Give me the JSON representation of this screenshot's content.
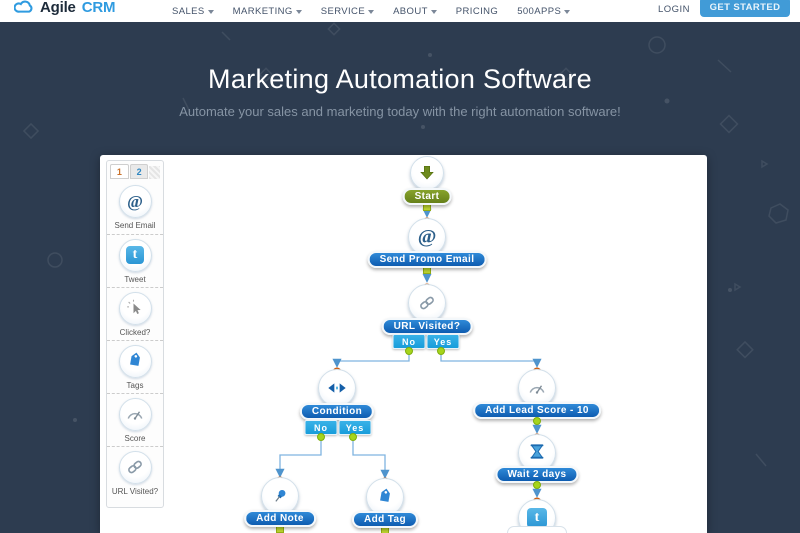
{
  "nav": {
    "logo": {
      "word1": "Agile",
      "word2": "CRM"
    },
    "items": [
      {
        "label": "SALES",
        "caret": true
      },
      {
        "label": "MARKETING",
        "caret": true
      },
      {
        "label": "SERVICE",
        "caret": true
      },
      {
        "label": "ABOUT",
        "caret": true
      },
      {
        "label": "PRICING",
        "caret": false
      },
      {
        "label": "500APPS",
        "caret": true
      }
    ],
    "login": "LOGIN",
    "cta": "GET STARTED"
  },
  "hero": {
    "title": "Marketing Automation Software",
    "subtitle": "Automate your sales and marketing today with the right automation software!"
  },
  "builder": {
    "tabs": [
      {
        "label": "1"
      },
      {
        "label": "2"
      }
    ],
    "tools": [
      {
        "label": "Send Email",
        "icon": "at-icon"
      },
      {
        "label": "Tweet",
        "icon": "twitter-icon"
      },
      {
        "label": "Clicked?",
        "icon": "click-icon"
      },
      {
        "label": "Tags",
        "icon": "tag-icon"
      },
      {
        "label": "Score",
        "icon": "gauge-icon"
      },
      {
        "label": "URL Visited?",
        "icon": "link-icon"
      }
    ],
    "flow": {
      "start": "Start",
      "send_promo": "Send Promo Email",
      "url_visited": "URL Visited?",
      "no": "No",
      "yes": "Yes",
      "condition": "Condition",
      "lead_score": "Add Lead Score - 10",
      "wait": "Wait 2 days",
      "add_note": "Add Note",
      "add_tag": "Add Tag"
    }
  },
  "colors": {
    "accent_blue": "#419bd7",
    "hero_bg": "#2d3c50",
    "node_pill_blue": "#0e5cb0",
    "branch_blue": "#29a8e0",
    "start_green": "#6e8b1d",
    "connector_blue": "#7fb4e0",
    "dot_orange": "#f0761f",
    "dot_green": "#a6d41c",
    "square_yellow": "#bcd42f"
  }
}
